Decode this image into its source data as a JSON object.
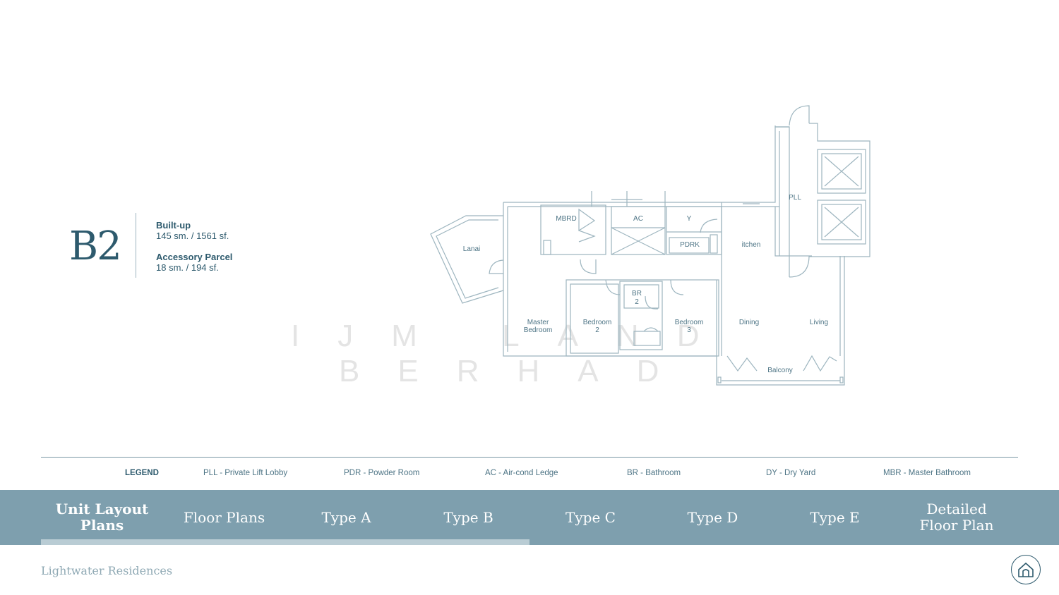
{
  "unit": {
    "code": "B2",
    "built_up_label": "Built-up",
    "built_up_value": "145 sm. / 1561 sf.",
    "accessory_label": "Accessory Parcel",
    "accessory_value": "18 sm. / 194 sf."
  },
  "watermark": {
    "line1": "IJM LAND",
    "line2": "BERHAD"
  },
  "floorplan": {
    "rooms": {
      "lanai": "Lanai",
      "mbrd": "MBRD",
      "ac": "AC",
      "y": "Y",
      "pdrk": "PDRK",
      "kitchen": "itchen",
      "pll": "PLL",
      "br2_a": "BR",
      "br2_b": "2",
      "master_a": "Master",
      "master_b": "Bedroom",
      "bed2_a": "Bedroom",
      "bed2_b": "2",
      "bed3_a": "Bedroom",
      "bed3_b": "3",
      "dining": "Dining",
      "living": "Living",
      "balcony": "Balcony"
    }
  },
  "legend": {
    "title": "LEGEND",
    "items": [
      "PLL - Private Lift Lobby",
      "PDR - Powder Room",
      "AC - Air-cond Ledge",
      "BR - Bathroom",
      "DY - Dry Yard",
      "MBR - Master Bathroom"
    ]
  },
  "nav": {
    "items": [
      "Unit Layout Plans",
      "Floor Plans",
      "Type A",
      "Type B",
      "Type C",
      "Type D",
      "Type E",
      "Detailed Floor Plan"
    ],
    "active_index": 0,
    "progress": 0.5
  },
  "footer": {
    "brand": "Lightwater Residences",
    "home_icon": "home-icon"
  },
  "colors": {
    "primary": "#2d5a6d",
    "nav_bg": "#7e9fae",
    "line": "#9db5bf"
  }
}
